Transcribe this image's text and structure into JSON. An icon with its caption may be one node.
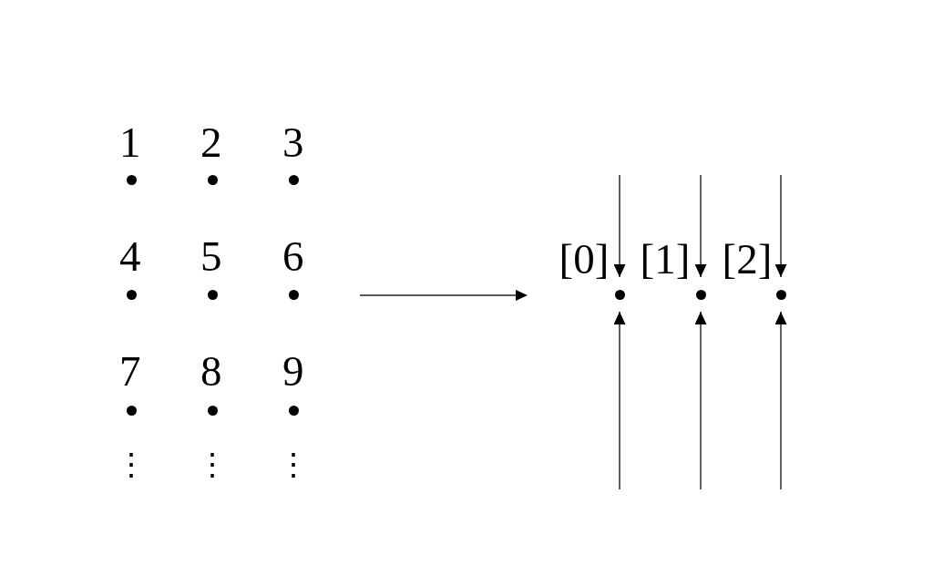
{
  "diagram": {
    "nodes": [
      {
        "text": [
          "1"
        ]
      },
      {
        "text": [
          "2"
        ]
      },
      {
        "text": [
          "3"
        ]
      },
      {
        "text": [
          "4"
        ]
      },
      {
        "text": [
          "5"
        ]
      },
      {
        "text": [
          "6"
        ]
      },
      {
        "text": [
          "7"
        ]
      },
      {
        "text": [
          "8"
        ]
      },
      {
        "text": [
          "9"
        ]
      },
      {
        "text": [
          "[0]"
        ]
      },
      {
        "text": [
          "[1]"
        ]
      },
      {
        "text": [
          "[2]"
        ]
      }
    ],
    "edges": [
      {
        "from": null,
        "to": 9,
        "arrow": "to"
      },
      {
        "from": null,
        "to": 9,
        "arrow": "to"
      },
      {
        "from": null,
        "to": 10,
        "arrow": "to"
      },
      {
        "from": null,
        "to": 10,
        "arrow": "to"
      },
      {
        "from": null,
        "to": 11,
        "arrow": "to"
      },
      {
        "from": null,
        "to": 11,
        "arrow": "to"
      }
    ],
    "labels": [
      "⋮",
      "⋮",
      "⋮"
    ]
  }
}
